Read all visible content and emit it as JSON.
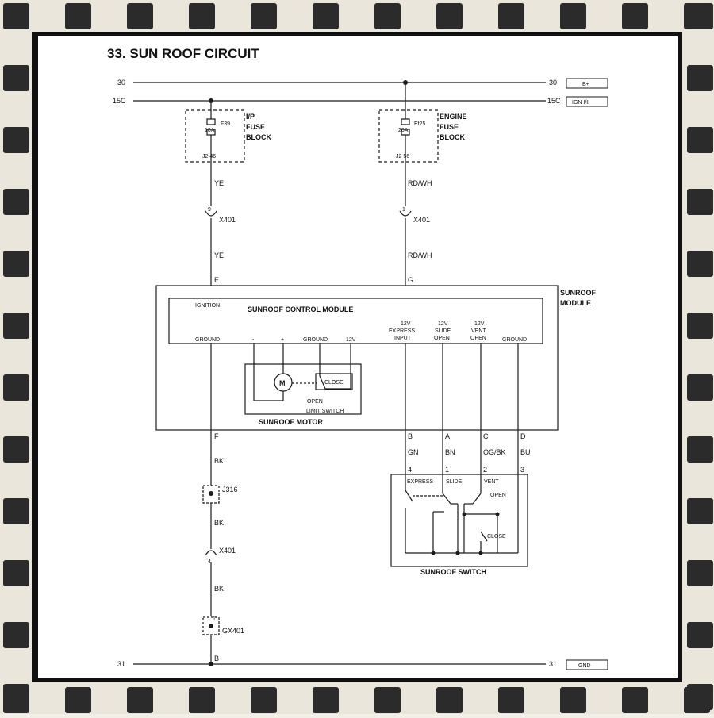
{
  "title": "33. SUN ROOF CIRCUIT",
  "colors": {
    "frame_dark": "#2b2b2b",
    "frame_light": "#ebe6dc",
    "wire": "#1a1a1a",
    "paper": "#ffffff"
  },
  "rails": {
    "r30_left": "30",
    "r30_right": "30",
    "r30_tag": "B+",
    "r15c_left": "15C",
    "r15c_right": "15C",
    "r15c_tag": "IGN I/II",
    "r31_left": "31",
    "r31_right": "31",
    "r31_tag": "GND"
  },
  "fuse_ip": {
    "id": "F39",
    "rating": "10A",
    "pins": "J2  46",
    "name_line1": "I/P",
    "name_line2": "FUSE",
    "name_line3": "BLOCK"
  },
  "fuse_engine": {
    "id": "Ef25",
    "rating": "20A",
    "pins": "J2  56",
    "name_line1": "ENGINE",
    "name_line2": "FUSE",
    "name_line3": "BLOCK"
  },
  "wires": {
    "ye1": "YE",
    "ye2": "YE",
    "rdwh1": "RD/WH",
    "rdwh2": "RD/WH",
    "bk1": "BK",
    "bk2": "BK",
    "bk3": "BK",
    "gn": "GN",
    "bn": "BN",
    "ogbk": "OG/BK",
    "bu": "BU"
  },
  "connectors": {
    "x401_a": "X401",
    "x401_a_pin": "9",
    "x401_b": "X401",
    "x401_b_pin": "1",
    "x401_c": "X401",
    "x401_c_pin": "4",
    "j316": "J316",
    "gx401": "GX401",
    "gx401_pin": "11"
  },
  "module_pins": {
    "e": "E",
    "g": "G",
    "f": "F",
    "b": "B",
    "a": "A",
    "c": "C",
    "d": "D",
    "ground_b": "B"
  },
  "module": {
    "outer_label_line1": "SUNROOF",
    "outer_label_line2": "MODULE",
    "control_label": "SUNROOF CONTROL MODULE",
    "ignition": "IGNITION",
    "ground_left": "GROUND",
    "minus": "-",
    "plus": "+",
    "ground_motor": "GROUND",
    "v12": "12V",
    "express_l1": "12V",
    "express_l2": "EXPRESS",
    "express_l3": "INPUT",
    "slide_l1": "12V",
    "slide_l2": "SLIDE",
    "slide_l3": "OPEN",
    "vent_l1": "12V",
    "vent_l2": "VENT",
    "vent_l3": "OPEN",
    "ground_right": "GROUND"
  },
  "motor": {
    "m": "M",
    "close": "CLOSE",
    "open": "OPEN",
    "limit_switch": "LIMIT SWITCH",
    "name": "SUNROOF MOTOR"
  },
  "sw": {
    "pin4": "4",
    "pin1": "1",
    "pin2": "2",
    "pin3": "3",
    "express": "EXPRESS",
    "slide": "SLIDE",
    "vent": "VENT",
    "open": "OPEN",
    "close": "CLOSE",
    "name": "SUNROOF SWITCH"
  }
}
